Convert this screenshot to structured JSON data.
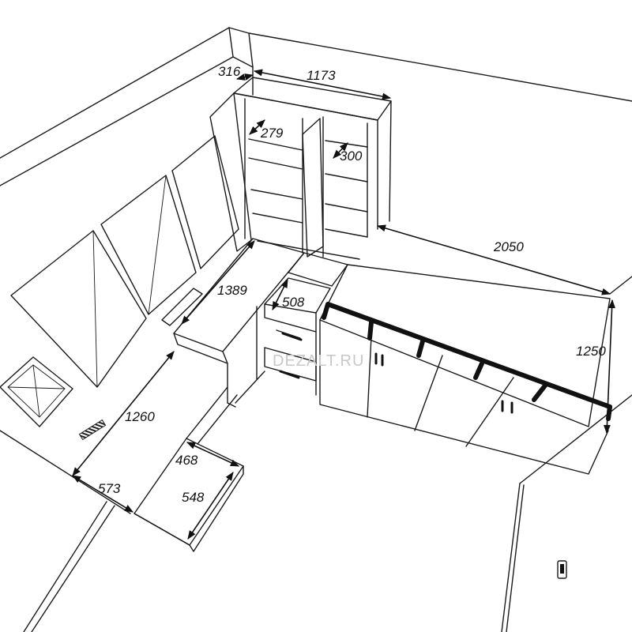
{
  "watermark": "DEZALT.RU",
  "dimensions": {
    "d316": "316",
    "d1173": "1173",
    "d279": "279",
    "d300": "300",
    "d2050": "2050",
    "d1389": "1389",
    "d508": "508",
    "d1250": "1250",
    "d1260": "1260",
    "d468": "468",
    "d548": "548",
    "d573": "573"
  }
}
